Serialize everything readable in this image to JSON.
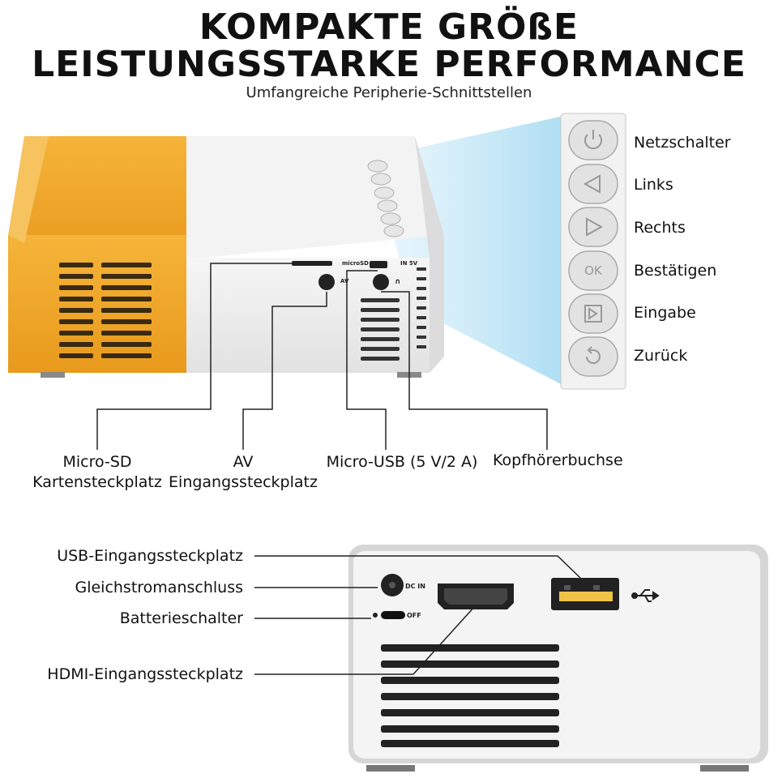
{
  "header": {
    "title_line1": "KOMPAKTE GRÖßE",
    "title_line2": "LEISTUNGSSTARKE PERFORMANCE",
    "subtitle": "Umfangreiche Peripherie-Schnittstellen"
  },
  "device_markings": {
    "microsd": "microSD",
    "av": "AV",
    "in5v": "IN 5V",
    "dc_in": "DC IN",
    "off": "OFF",
    "ok": "OK"
  },
  "buttons": [
    {
      "label": "Netzschalter",
      "icon": "power-icon"
    },
    {
      "label": "Links",
      "icon": "triangle-left-icon"
    },
    {
      "label": "Rechts",
      "icon": "triangle-right-icon"
    },
    {
      "label": "Bestätigen",
      "icon": "ok-icon"
    },
    {
      "label": "Eingabe",
      "icon": "input-icon"
    },
    {
      "label": "Zurück",
      "icon": "back-icon"
    }
  ],
  "ports_top": {
    "microsd": {
      "line1": "Micro-SD",
      "line2": "Kartensteckplatz"
    },
    "av": {
      "line1": "AV",
      "line2": "Eingangssteckplatz"
    },
    "microusb": "Micro-USB (5 V/2 A)",
    "headphone": "Kopfhörerbuchse"
  },
  "ports_back": {
    "usb": "USB-Eingangssteckplatz",
    "dc": "Gleichstromanschluss",
    "battery": "Batterieschalter",
    "hdmi": "HDMI-Eingangssteckplatz"
  },
  "colors": {
    "accent_yellow": "#f0a52a",
    "device_white": "#efefef",
    "beam_blue": "#bfe6f7"
  }
}
